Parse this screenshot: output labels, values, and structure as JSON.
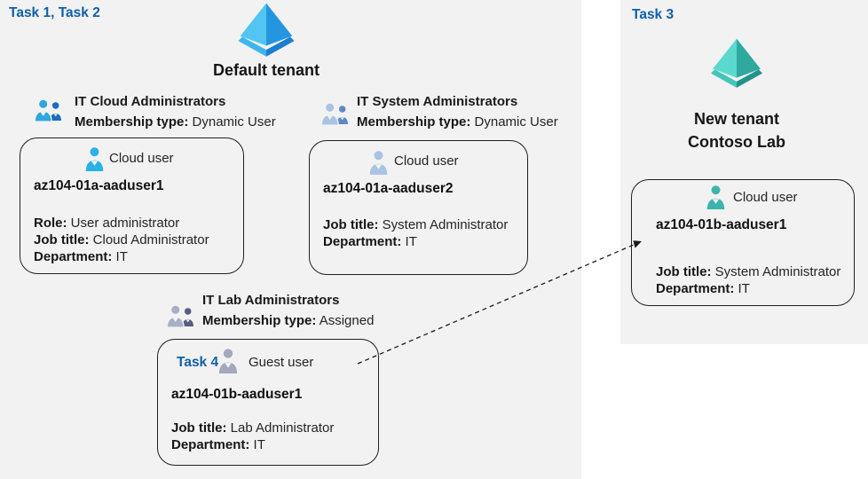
{
  "colors": {
    "panel_background": "#f2f2f2",
    "task_label_blue": "#0f5fa6",
    "text": "#1e1e1e",
    "card_border": "#1f1f1f",
    "aad_icon_blue": [
      "#52c5f2",
      "#2496e0",
      "#3fb5ee",
      "#1b7fd0"
    ],
    "aad_icon_teal": [
      "#5cd9cf",
      "#2fa9a0",
      "#44c5ba",
      "#23928a"
    ],
    "group_icon_blue": [
      "#2fa6de",
      "#1a6cbe"
    ],
    "group_icon_lightblue": [
      "#a9c3e3",
      "#5d88c8"
    ],
    "group_icon_gray": [
      "#a9aec4",
      "#575c80"
    ],
    "user_icon_cyan": "#29b2e6",
    "user_icon_lightblue": "#a9c3e3",
    "user_icon_gray": "#a3a8bd",
    "user_icon_teal": "#3db4ad"
  },
  "left_panel": {
    "task_label": "Task 1, Task 2",
    "tenant_icon": "azure-ad-tenant-icon-blue",
    "tenant_name": "Default tenant",
    "groups": [
      {
        "icon": "group-users-icon-blue",
        "name": "IT Cloud Administrators",
        "membership_label": "Membership type:",
        "membership_value": "Dynamic User"
      },
      {
        "icon": "group-users-icon-lightblue",
        "name": "IT System Administrators",
        "membership_label": "Membership type:",
        "membership_value": "Dynamic User"
      },
      {
        "icon": "group-users-icon-gray",
        "name": "IT Lab Administrators",
        "membership_label": "Membership type:",
        "membership_value": "Assigned"
      }
    ],
    "cards": [
      {
        "icon": "cloud-user-icon-cyan",
        "type_label": "Cloud user",
        "name": "az104-01a-aaduser1",
        "fields": [
          {
            "label": "Role:",
            "value": "User administrator"
          },
          {
            "label": "Job title:",
            "value": "Cloud Administrator"
          },
          {
            "label": "Department:",
            "value": "IT"
          }
        ]
      },
      {
        "icon": "cloud-user-icon-lightblue",
        "type_label": "Cloud user",
        "name": "az104-01a-aaduser2",
        "fields": [
          {
            "label": "Job title:",
            "value": "System Administrator"
          },
          {
            "label": "Department:",
            "value": "IT"
          }
        ]
      },
      {
        "task_label": "Task 4",
        "icon": "guest-user-icon-gray",
        "type_label": "Guest user",
        "name": "az104-01b-aaduser1",
        "fields": [
          {
            "label": "Job title:",
            "value": "Lab Administrator"
          },
          {
            "label": "Department:",
            "value": "IT"
          }
        ]
      }
    ]
  },
  "right_panel": {
    "task_label": "Task 3",
    "tenant_icon": "azure-ad-tenant-icon-teal",
    "tenant_name_line1": "New tenant",
    "tenant_name_line2": "Contoso Lab",
    "card": {
      "icon": "cloud-user-icon-teal",
      "type_label": "Cloud user",
      "name": "az104-01b-aaduser1",
      "fields": [
        {
          "label": "Job title:",
          "value": "System Administrator"
        },
        {
          "label": "Department:",
          "value": "IT"
        }
      ]
    }
  },
  "arrow": {
    "style": "dashed",
    "from": "guest-user-card",
    "to": "new-tenant-cloud-user-card"
  }
}
